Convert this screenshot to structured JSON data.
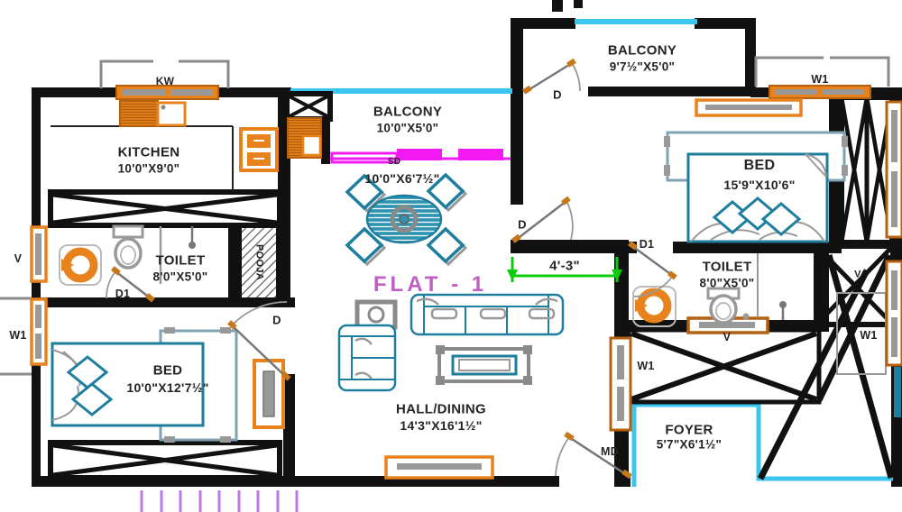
{
  "title": {
    "text": "FLAT - 1"
  },
  "rooms": {
    "kitchen": {
      "name": "KITCHEN",
      "dims": "10'0\"X9'0\""
    },
    "balcony1": {
      "name": "BALCONY",
      "dims": "10'0\"X5'0\""
    },
    "balcony2": {
      "name": "BALCONY",
      "dims": "9'7½\"X5'0\""
    },
    "dining": {
      "dims": "10'0\"X6'7½\""
    },
    "bed1": {
      "name": "BED",
      "dims": "15'9\"X10'6\""
    },
    "toilet1": {
      "name": "TOILET",
      "dims": "8'0\"X5'0\""
    },
    "toilet2": {
      "name": "TOILET",
      "dims": "8'0\"X5'0\""
    },
    "pooja": {
      "name": "POOJA"
    },
    "bed2": {
      "name": "BED",
      "dims": "10'0\"X12'7½\""
    },
    "hall": {
      "name": "HALL/DINING",
      "dims": "14'3\"X16'1½\""
    },
    "foyer": {
      "name": "FOYER",
      "dims": "5'7\"X6'1½\""
    }
  },
  "markers": {
    "kitchen_window": "KW",
    "sliding_door": "SD",
    "main_door": "MD",
    "door": "D",
    "door_alt": "D1",
    "ventilator": "V",
    "window": "W1",
    "passage_dim": "4'-3\""
  },
  "colors": {
    "wall": "#111111",
    "fixture_orange": "#e8821c",
    "furniture_teal": "#1d7e9e",
    "railing_cyan": "#3bc6f0",
    "sliding_magenta": "#f219f2",
    "dimension_green": "#0acc0a",
    "hatch_purple": "#bc7adf",
    "text": "#242424",
    "title_magenta": "#bf5fc4"
  }
}
